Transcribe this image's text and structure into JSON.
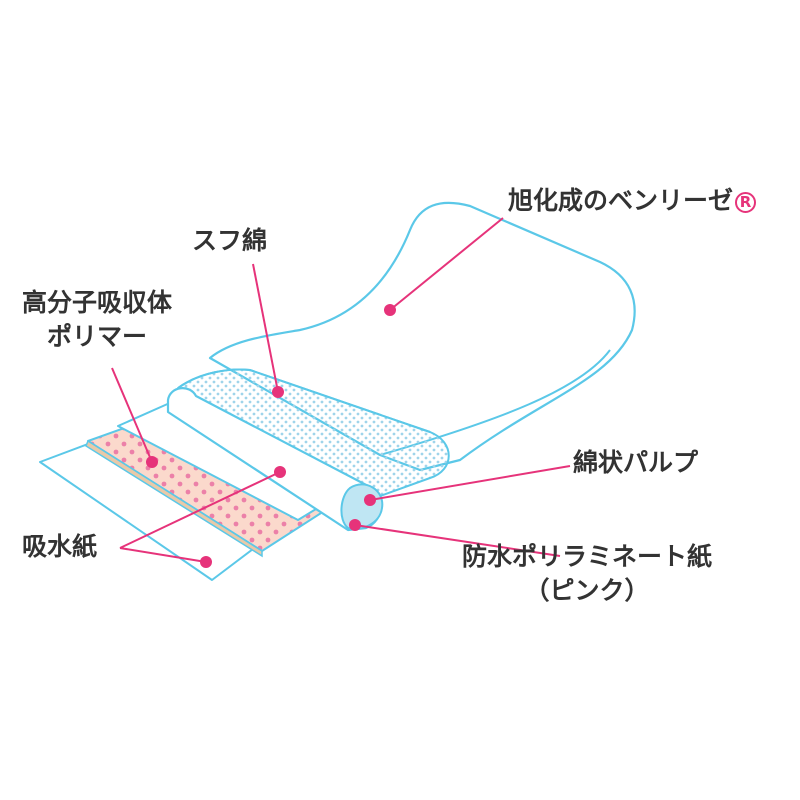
{
  "colors": {
    "outline": "#5bc8e8",
    "leader": "#e6337a",
    "text": "#333333",
    "mesh": "#9fd4ea",
    "polymer_fill": "#fbd9cc",
    "polymer_dot": "#ec80a8"
  },
  "labels": {
    "benlise": "旭化成のベンリーゼ",
    "benlise_mark": "R",
    "sufu": "スフ綿",
    "polymer_line1": "高分子吸収体",
    "polymer_line2": "ポリマー",
    "pulp": "綿状パルプ",
    "laminate_line1": "防水ポリラミネート紙",
    "laminate_line2": "（ピンク）",
    "paper": "吸水紙"
  }
}
